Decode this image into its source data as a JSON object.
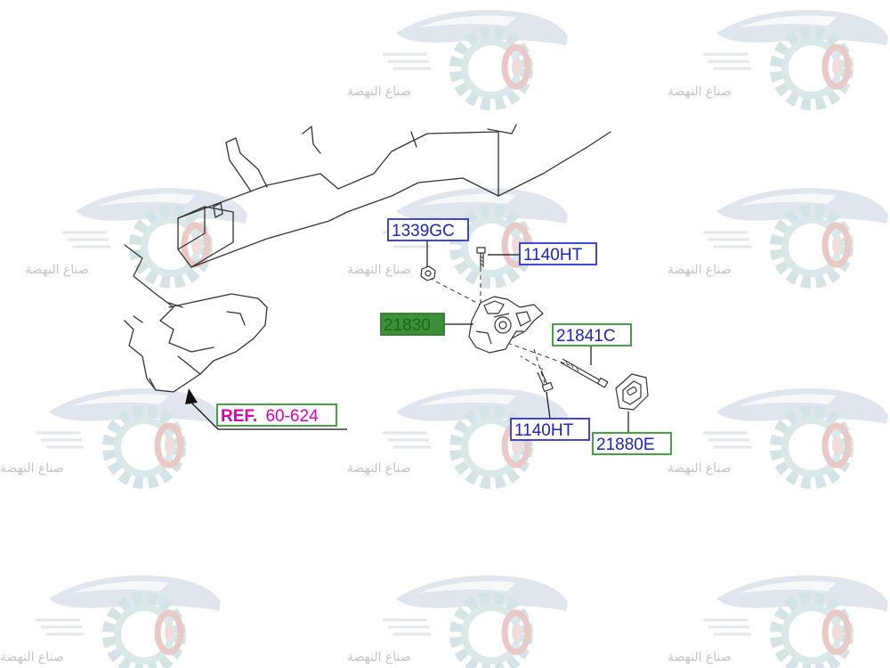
{
  "watermark": {
    "text": "صناع النهضة",
    "icon": "car-gear-logo"
  },
  "colors": {
    "part_label_text": "#1a24c8",
    "part_label_border_blue": "#2b33d6",
    "part_label_border_green": "#2f9a2f",
    "main_part_fill": "#3f8f3a",
    "ref_text": "#e000b4",
    "line_art": "#333333"
  },
  "labels": {
    "part_1339GC": "1339GC",
    "part_1140HT_top": "1140HT",
    "part_21830": "21830",
    "part_21841C": "21841C",
    "part_1140HT_bottom": "1140HT",
    "part_21880E": "21880E",
    "ref_prefix": "REF.",
    "ref_number": "60-624"
  }
}
